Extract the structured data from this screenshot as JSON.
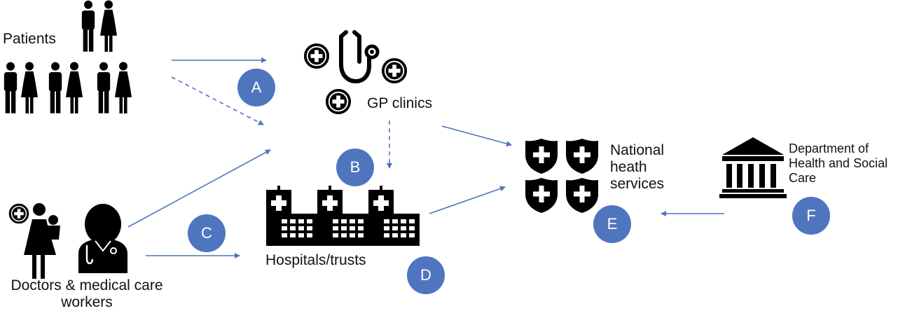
{
  "nodes": {
    "patients": "Patients",
    "gp_clinics": "GP clinics",
    "hospitals": "Hospitals/trusts",
    "national": [
      "National",
      "heath",
      "services"
    ],
    "doctors": [
      "Doctors & medical care",
      "workers"
    ],
    "department": [
      "Department of",
      "Health and Social",
      "Care"
    ]
  },
  "badges": {
    "a": "A",
    "b": "B",
    "c": "C",
    "d": "D",
    "e": "E",
    "f": "F"
  },
  "colors": {
    "badge": "#4f75be",
    "arrow": "#4f75be",
    "icon": "#000000"
  }
}
